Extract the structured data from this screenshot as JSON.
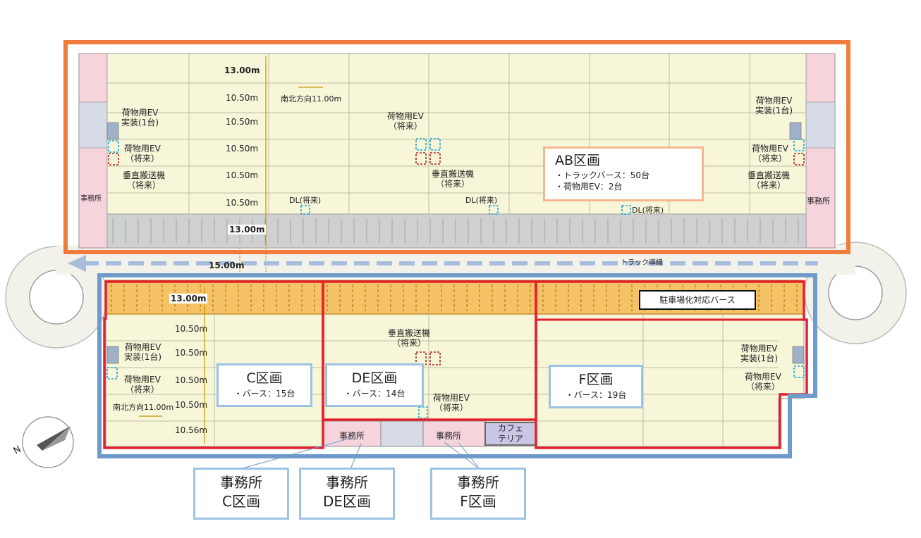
{
  "dimensions": {
    "ab_13": "13.00m",
    "ab_10_1": "10.50m",
    "ab_10_2": "10.50m",
    "ab_10_3": "10.50m",
    "ab_10_4": "10.50m",
    "ab_10_5": "10.50m",
    "ab_ns": "南北方向11.00m",
    "ab_berth": "13.00m",
    "road": "15.00m",
    "c_13": "13.00m",
    "c_10_1": "10.50m",
    "c_10_2": "10.50m",
    "c_10_3": "10.50m",
    "c_10_4": "10.50m",
    "c_1056": "10.56m",
    "c_ns": "南北方向11.00m"
  },
  "ab_labels": {
    "left_ev_installed": "荷物用EV\n実装(1台)",
    "left_ev_future": "荷物用EV\n（将来）",
    "left_conveyor": "垂直搬送機\n（将来）",
    "left_office": "事務所",
    "dl_left": "DL(将来)",
    "center_ev_future": "荷物用EV\n（将来）",
    "center_conveyor": "垂直搬送機\n（将来）",
    "dl_center": "DL(将来)",
    "dl_right": "DL(将来)",
    "right_ev_installed": "荷物用EV\n実装(1台)",
    "right_ev_future": "荷物用EV\n（将来）",
    "right_conveyor": "垂直搬送機\n（将来）",
    "right_office": "事務所"
  },
  "ab_callout": {
    "title": "AB区画",
    "line1": "・トラックバース：50台",
    "line2": "・荷物用EV：2台"
  },
  "truck_route": "トラック導線",
  "parking_label": "駐車場化対応バース",
  "c_labels": {
    "ev_installed": "荷物用EV\n実装(1台)",
    "ev_future": "荷物用EV\n（将来）"
  },
  "de_labels": {
    "conveyor": "垂直搬送機\n（将来）",
    "ev_future": "荷物用EV\n（将来）"
  },
  "f_labels": {
    "ev_installed": "荷物用EV\n実装(1台)",
    "ev_future": "荷物用EV\n（将来）"
  },
  "offices": {
    "c": "事務所",
    "f": "事務所",
    "cafe": "カフェ\nテリア"
  },
  "callouts": {
    "c": {
      "title": "C区画",
      "sub": "・バース：15台"
    },
    "de": {
      "title": "DE区画",
      "sub": "・バース：14台"
    },
    "f": {
      "title": "F区画",
      "sub": "・バース：19台"
    }
  },
  "bottom_boxes": {
    "c": "事務所\nC区画",
    "de": "事務所\nDE区画",
    "f": "事務所\nF区画"
  },
  "compass": "N",
  "colors": {
    "floor": "#f7f6d9",
    "berth_gray": "#cfd0d2",
    "orange_frame": "#ef7b3c",
    "blue_frame": "#6e9bc9",
    "red_section": "#e5202e",
    "parking_orange": "#f5c266",
    "office_pink": "#f6d4dc",
    "callout_blue": "#9cc3e4",
    "callout_peach": "#f4b890",
    "cafe_purple": "#c9c7e6"
  }
}
